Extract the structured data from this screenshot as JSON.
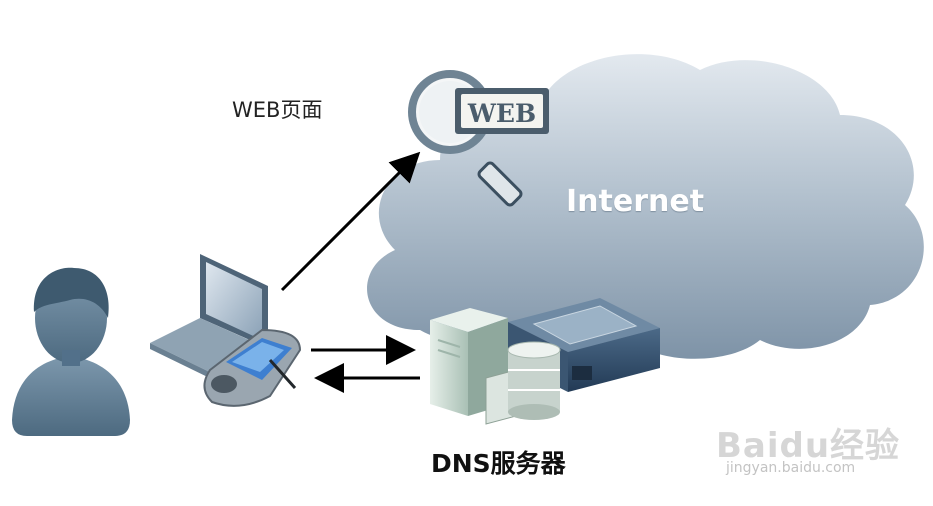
{
  "labels": {
    "web_page": "WEB页面",
    "internet": "Internet",
    "dns_server": "DNS服务器",
    "magnifier_text": "WEB"
  },
  "watermark": {
    "logo": "Baidu经验",
    "url": "jingyan.baidu.com"
  },
  "icons": [
    "user-icon",
    "laptop-icon",
    "pda-icon",
    "magnifier-icon",
    "server-icon",
    "database-icon",
    "network-device-icon",
    "cloud-icon"
  ],
  "colors": {
    "cloud": "#8fa3b6",
    "cloud_highlight": "#d6dfe8",
    "user": "#5f7d94",
    "arrow": "#000000",
    "server": "#c9d9d2",
    "network_device": "#2f4a66"
  }
}
